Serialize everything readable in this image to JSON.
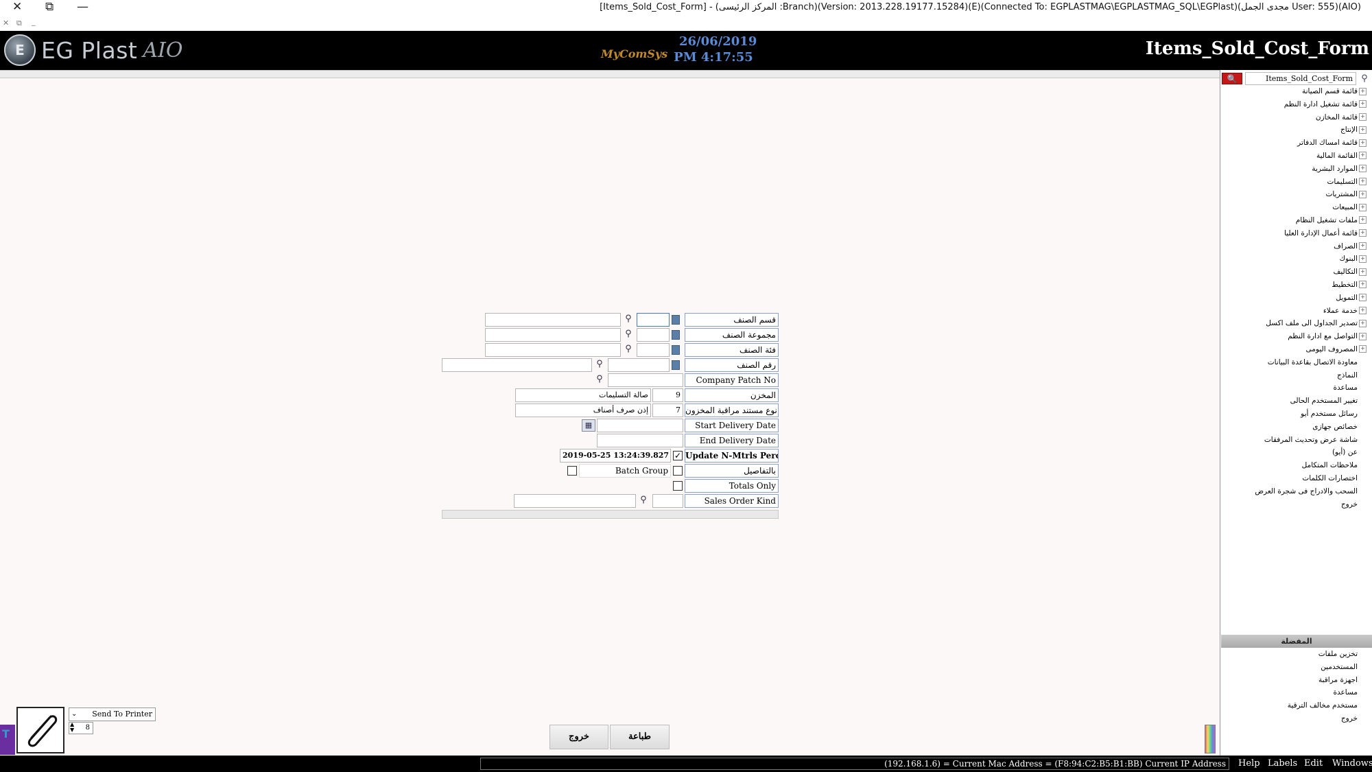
{
  "window": {
    "title": "[Items_Sold_Cost_Form] - (المركز الرئيسى :Branch)(Version: 2013.228.19177.15284)(E)(Connected To: EGPLASTMAG\\EGPLASTMAG_SQL\\EGPlast)(مجدى الجمل User: 555)(AIO)",
    "controls": {
      "close": "✕",
      "restore": "⧉",
      "minimize": "—"
    },
    "small_controls": {
      "close": "✕",
      "restore": "⧉",
      "minimize": "_"
    }
  },
  "header": {
    "logo_text": "EG Plast",
    "logo_sub": "AIO",
    "brand": "MyComSys",
    "date": "26/06/2019",
    "time": "PM 4:17:55",
    "form_title": "Items_Sold_Cost_Form"
  },
  "sidebar": {
    "search_value": "Items_Sold_Cost_Form",
    "tree": [
      {
        "label": "قائمة قسم الصيانة",
        "expandable": true
      },
      {
        "label": "قائمة تشغيل ادارة النظم",
        "expandable": true
      },
      {
        "label": "قائمة المخازن",
        "expandable": true
      },
      {
        "label": "الإنتاج",
        "expandable": true
      },
      {
        "label": "قائمة امساك الدفاتر",
        "expandable": true
      },
      {
        "label": "القائمة المالية",
        "expandable": true
      },
      {
        "label": "الموارد البشرية",
        "expandable": true
      },
      {
        "label": "التسليمات",
        "expandable": true
      },
      {
        "label": "المشتريات",
        "expandable": true
      },
      {
        "label": "المبيعات",
        "expandable": true
      },
      {
        "label": "ملفات تشغيل النظام",
        "expandable": true
      },
      {
        "label": "قائمة أعمال الإدارة العليا",
        "expandable": true
      },
      {
        "label": "الصراف",
        "expandable": true
      },
      {
        "label": "البنوك",
        "expandable": true
      },
      {
        "label": "التكاليف",
        "expandable": true
      },
      {
        "label": "التخطيط",
        "expandable": true
      },
      {
        "label": "التمويل",
        "expandable": true
      },
      {
        "label": "خدمة عملاء",
        "expandable": true
      },
      {
        "label": "تصدير الجداول الى ملف اكسل",
        "expandable": true
      },
      {
        "label": "التواصل مع ادارة النظم",
        "expandable": true
      },
      {
        "label": "المصروف اليومى",
        "expandable": true
      },
      {
        "label": "معاودة الاتصال بقاعدة البيانات",
        "expandable": false
      },
      {
        "label": "النماذج",
        "expandable": false
      },
      {
        "label": "مساعدة",
        "expandable": false
      },
      {
        "label": "تغيير المستخدم الحالى",
        "expandable": false
      },
      {
        "label": "رسائل مستخدم أيو",
        "expandable": false
      },
      {
        "label": "خصائص جهازى",
        "expandable": false
      },
      {
        "label": "شاشة عرض وتحديث المرفقات",
        "expandable": false
      },
      {
        "label": "عن (أيو)",
        "expandable": false
      },
      {
        "label": "ملاحظات المتكامل",
        "expandable": false
      },
      {
        "label": "اختصارات الكلمات",
        "expandable": false
      },
      {
        "label": "السحب والادراج فى شجرة العرض",
        "expandable": false
      },
      {
        "label": "خروج",
        "expandable": false
      }
    ],
    "favorites_header": "المفضلة",
    "favorites": [
      "تخزين ملفات",
      "المستخدمين",
      "اجهزة مراقبة",
      "مساعدة",
      "مستخدم مخالف الترقية",
      "خروج"
    ]
  },
  "form": {
    "labels": {
      "item_section": "قسم الصنف",
      "item_group": "مجموعة الصنف",
      "item_category": "فئة الصنف",
      "item_number": "رقم الصنف",
      "company_patch": "Company Patch No",
      "store": "المخزن",
      "doc_type": "نوع مستند مراقبة المخزون",
      "start_date": "Start Delivery Date",
      "end_date": "End Delivery Date",
      "update_perct": "Update N-Mtrls Perct.",
      "details": "بالتفاصيل",
      "batch_group": "Batch Group",
      "totals_only": "Totals Only",
      "sales_order_kind": "Sales Order Kind"
    },
    "values": {
      "store_code": "9",
      "store_name": "صالة التسليمات",
      "doc_type_code": "7",
      "doc_type_name": "إذن صرف أصناف",
      "update_datetime": "2019-05-25 13:24:39.827"
    },
    "checks": {
      "update_perct": true,
      "details": false,
      "batch_group": false,
      "totals_only": false
    }
  },
  "bottom": {
    "print_button": "طباعة",
    "exit_button": "خروج",
    "printer_select": "Send To Printer",
    "copies": "8"
  },
  "statusbar": {
    "text": "(192.168.1.6) = Current Mac Address = (F8:94:C2:B5:B1:BB) Current IP Address",
    "menu": [
      "Help",
      "Labels",
      "Edit",
      "Windows"
    ]
  },
  "colors": {
    "header_bg": "#000000",
    "date_time": "#5b8bd6",
    "search_button": "#c41818",
    "label_border": "#8aa1c8"
  }
}
